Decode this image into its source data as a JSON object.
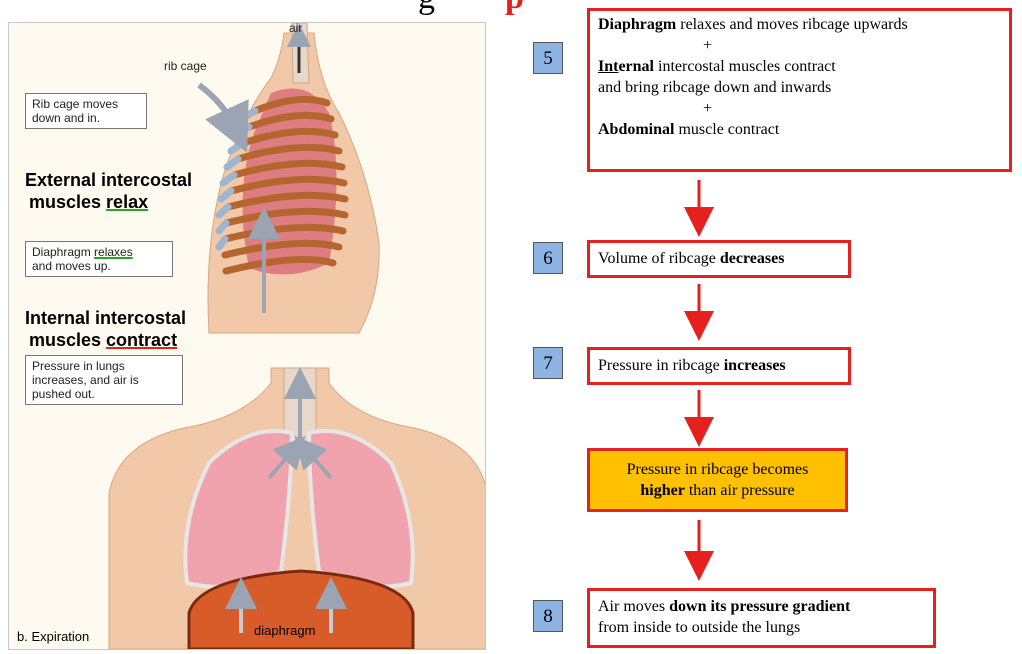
{
  "heading": {
    "fragment": "g",
    "red_fragment": "p"
  },
  "illustration": {
    "caption": "b. Expiration",
    "air_label": "air",
    "rib_cage_label": "rib cage",
    "diaphragm_label": "diaphragm",
    "notes": {
      "rib_cage": [
        "Rib cage moves",
        "down and in."
      ],
      "diaphragm": [
        "Diaphragm ",
        "relaxes",
        "and moves up."
      ],
      "pressure": [
        "Pressure in lungs",
        "increases, and air is",
        "pushed out."
      ]
    },
    "external": {
      "line1": "External intercostal",
      "line2_pre": "muscles ",
      "line2_ul": "relax"
    },
    "internal": {
      "line1": "Internal intercostal",
      "line2_pre": "muscles ",
      "line2_ul": "contract"
    }
  },
  "flow": {
    "steps": [
      {
        "number": "5"
      },
      {
        "number": "6"
      },
      {
        "number": "7"
      },
      {
        "number": "8"
      }
    ],
    "box5": {
      "l1_b": "Diaphragm",
      "l1": " relaxes and  moves ribcage upwards",
      "plus": "+",
      "l2_bu": "Int",
      "l2_b": "ernal",
      "l2": " intercostal muscles contract",
      "l3": "and  bring ribcage down and  inwards",
      "l4_b": "Abdominal",
      "l4": " muscle contract"
    },
    "box6": {
      "pre": "Volume of ribcage ",
      "bold": "decreases"
    },
    "box7": {
      "pre": "Pressure in ribcage ",
      "bold": "increases"
    },
    "box_mid": {
      "l1": "Pressure in ribcage becomes",
      "bold": "higher",
      "l2": " than air pressure"
    },
    "box8": {
      "pre": "Air moves ",
      "bold": "down its pressure gradient",
      "l2": "from inside to outside the lungs"
    }
  },
  "colors": {
    "red": "#e61f1f",
    "orange": "#ffc000",
    "step_blue": "#8db3e2"
  }
}
